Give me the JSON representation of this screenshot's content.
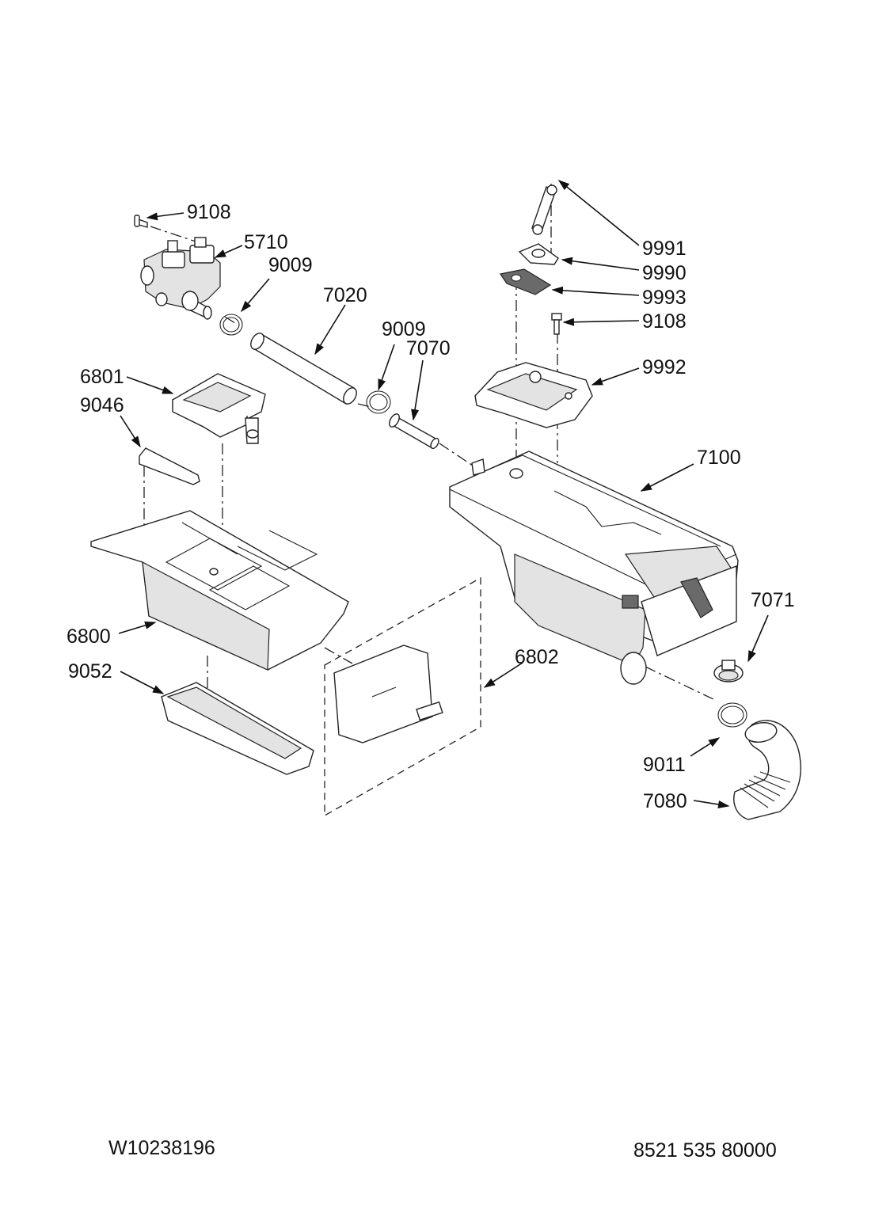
{
  "parts": [
    {
      "id": "p9108a",
      "label": "9108"
    },
    {
      "id": "p5710",
      "label": "5710"
    },
    {
      "id": "p9009a",
      "label": "9009"
    },
    {
      "id": "p7020",
      "label": "7020"
    },
    {
      "id": "p9009b",
      "label": "9009"
    },
    {
      "id": "p7070",
      "label": "7070"
    },
    {
      "id": "p6801",
      "label": "6801"
    },
    {
      "id": "p9046",
      "label": "9046"
    },
    {
      "id": "p9991",
      "label": "9991"
    },
    {
      "id": "p9990",
      "label": "9990"
    },
    {
      "id": "p9993",
      "label": "9993"
    },
    {
      "id": "p9108b",
      "label": "9108"
    },
    {
      "id": "p9992",
      "label": "9992"
    },
    {
      "id": "p7100",
      "label": "7100"
    },
    {
      "id": "p7071",
      "label": "7071"
    },
    {
      "id": "p6800",
      "label": "6800"
    },
    {
      "id": "p6802",
      "label": "6802"
    },
    {
      "id": "p9052",
      "label": "9052"
    },
    {
      "id": "p9011",
      "label": "9011"
    },
    {
      "id": "p7080",
      "label": "7080"
    }
  ],
  "footer": {
    "document_id": "W10238196",
    "document_number": "8521 535 80000"
  }
}
